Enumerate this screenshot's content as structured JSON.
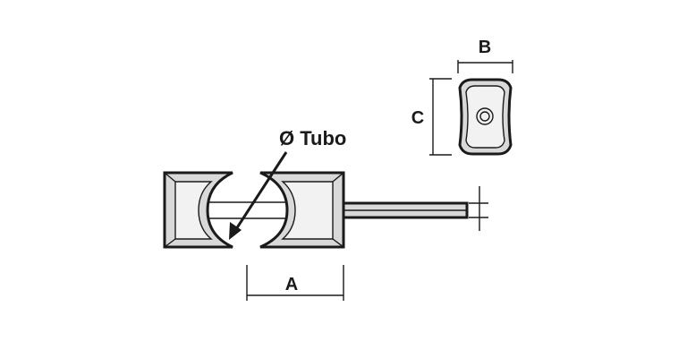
{
  "labels": {
    "tubo": "Ø Tubo",
    "a": "A",
    "b": "B",
    "c": "C"
  },
  "colors": {
    "line": "#1a1a1a",
    "shade": "#d9d9d9",
    "background": "#ffffff"
  }
}
